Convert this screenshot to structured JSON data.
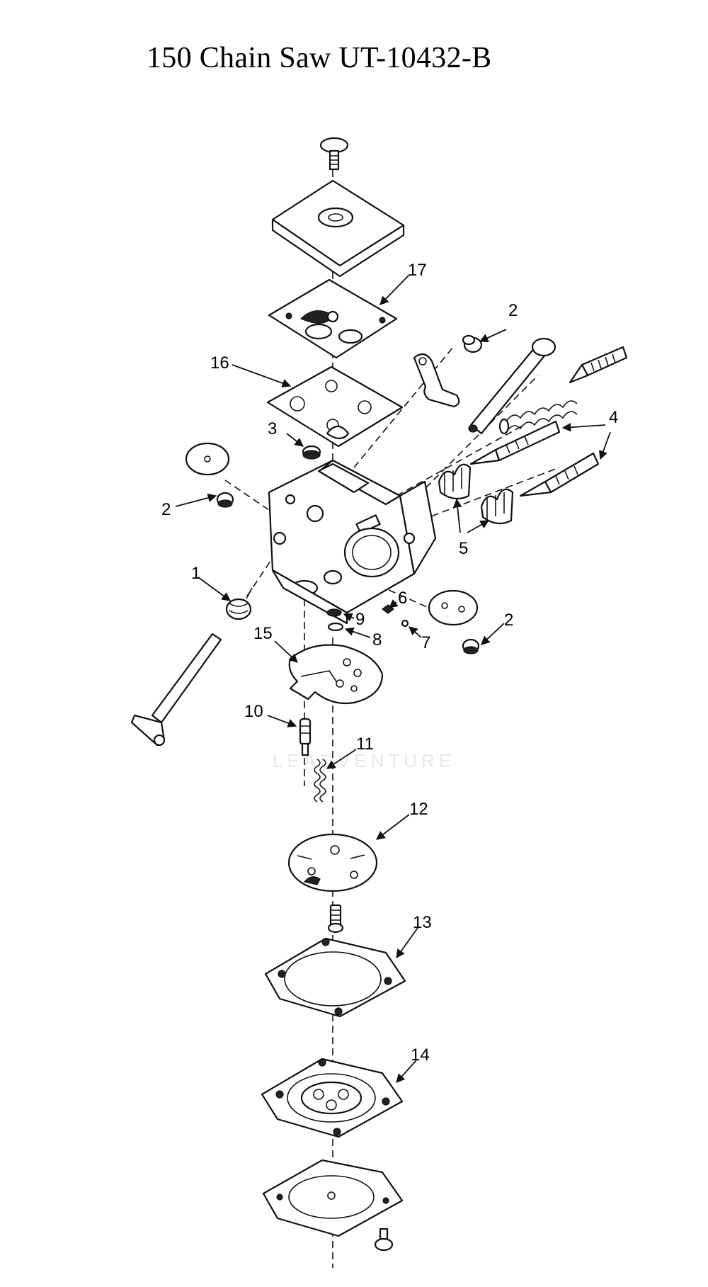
{
  "title": "150 Chain Saw UT-10432-B",
  "watermark": "LEADVENTURE",
  "callouts": {
    "p1": "1",
    "p2a": "2",
    "p2b": "2",
    "p2c": "2",
    "p3": "3",
    "p4": "4",
    "p5": "5",
    "p6": "6",
    "p7": "7",
    "p8": "8",
    "p9": "9",
    "p10": "10",
    "p11": "11",
    "p12": "12",
    "p13": "13",
    "p14": "14",
    "p15": "15",
    "p16": "16",
    "p17": "17"
  }
}
